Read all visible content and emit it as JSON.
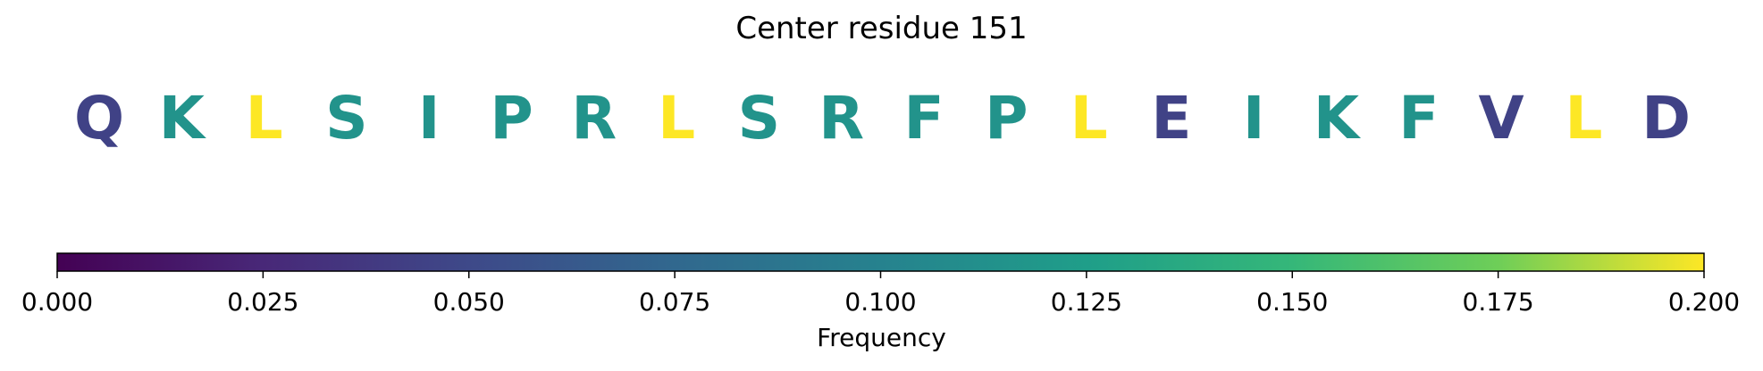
{
  "chart_data": {
    "type": "heatmap",
    "title": "Center residue 151",
    "residues": [
      {
        "letter": "Q",
        "frequency": 0.045
      },
      {
        "letter": "K",
        "frequency": 0.115
      },
      {
        "letter": "L",
        "frequency": 0.2
      },
      {
        "letter": "S",
        "frequency": 0.115
      },
      {
        "letter": "I",
        "frequency": 0.115
      },
      {
        "letter": "P",
        "frequency": 0.115
      },
      {
        "letter": "R",
        "frequency": 0.115
      },
      {
        "letter": "L",
        "frequency": 0.2
      },
      {
        "letter": "S",
        "frequency": 0.115
      },
      {
        "letter": "R",
        "frequency": 0.115
      },
      {
        "letter": "F",
        "frequency": 0.115
      },
      {
        "letter": "P",
        "frequency": 0.115
      },
      {
        "letter": "L",
        "frequency": 0.2
      },
      {
        "letter": "E",
        "frequency": 0.045
      },
      {
        "letter": "I",
        "frequency": 0.115
      },
      {
        "letter": "K",
        "frequency": 0.115
      },
      {
        "letter": "F",
        "frequency": 0.115
      },
      {
        "letter": "V",
        "frequency": 0.045
      },
      {
        "letter": "L",
        "frequency": 0.2
      },
      {
        "letter": "D",
        "frequency": 0.045
      }
    ],
    "colorbar": {
      "colormap": "viridis",
      "range": [
        0,
        0.2
      ],
      "ticks": [
        0,
        0.025,
        0.05,
        0.075,
        0.1,
        0.125,
        0.15,
        0.175,
        0.2
      ],
      "tick_labels": [
        "0.000",
        "0.025",
        "0.050",
        "0.075",
        "0.100",
        "0.125",
        "0.150",
        "0.175",
        "0.200"
      ],
      "label": "Frequency"
    }
  }
}
